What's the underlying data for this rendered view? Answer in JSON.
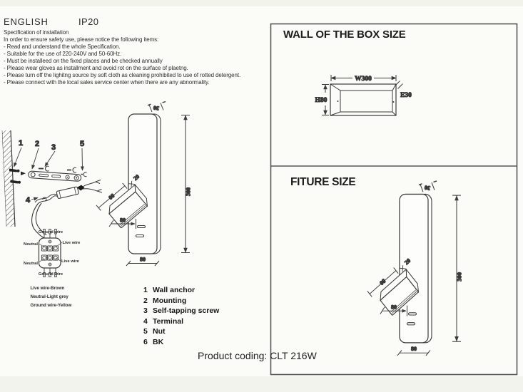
{
  "header": {
    "language": "ENGLISH",
    "ip_rating": "IP20"
  },
  "spec": {
    "title": "Specification of installation",
    "intro": "In order to ensure safety use, please notice the following items:",
    "items": [
      "- Read and understand the whole Specification.",
      "- Suitable for the use of 220-240V and 50-60Hz.",
      "- Must be installeed on the fixed places and be checked annually",
      "- Please wear gloves as installment and avoid rot on the surface of plaetng.",
      "- Please turn off the lighitng source by soft cloth as cleaning prohibited to use of rotted detergent.",
      "- Please connect with the local sales service center when there are any abnormality."
    ]
  },
  "assembly_diagram": {
    "callouts": {
      "c1": "1",
      "c2": "2",
      "c3": "3",
      "c4": "4",
      "c5": "5"
    },
    "wiring": {
      "ground_top": "Ground wire",
      "neutral_top": "Neutral",
      "live_top": "Live wire",
      "neutral_bottom": "Neutral",
      "live_bottom": "Live wire",
      "ground_bottom": "Ground wire",
      "legend": [
        "Live wire-Brown",
        "Neutral-Light grey",
        "Ground wire-Yellow"
      ]
    }
  },
  "parts_list": {
    "items": [
      {
        "num": "1",
        "label": "Wall anchor"
      },
      {
        "num": "2",
        "label": "Mounting"
      },
      {
        "num": "3",
        "label": "Self-tapping screw"
      },
      {
        "num": "4",
        "label": "Terminal"
      },
      {
        "num": "5",
        "label": "Nut"
      },
      {
        "num": "6",
        "label": "BK"
      }
    ]
  },
  "fixture_drawing": {
    "dims": {
      "depth": "30",
      "height": "300",
      "head_length": "80",
      "head_width": "20",
      "head_offset": "80",
      "width": "80"
    }
  },
  "box_panel": {
    "title": "WALL OF THE BOX SIZE",
    "dims": {
      "width": "W300",
      "height": "H80",
      "edge": "E30"
    }
  },
  "fixture_panel": {
    "title": "FITURE SIZE"
  },
  "footer": {
    "label": "Product coding:",
    "code": "CLT 216W"
  },
  "colors": {
    "ink": "#2b2b2b",
    "line": "#3a3a3a",
    "panel_border": "#555555"
  }
}
